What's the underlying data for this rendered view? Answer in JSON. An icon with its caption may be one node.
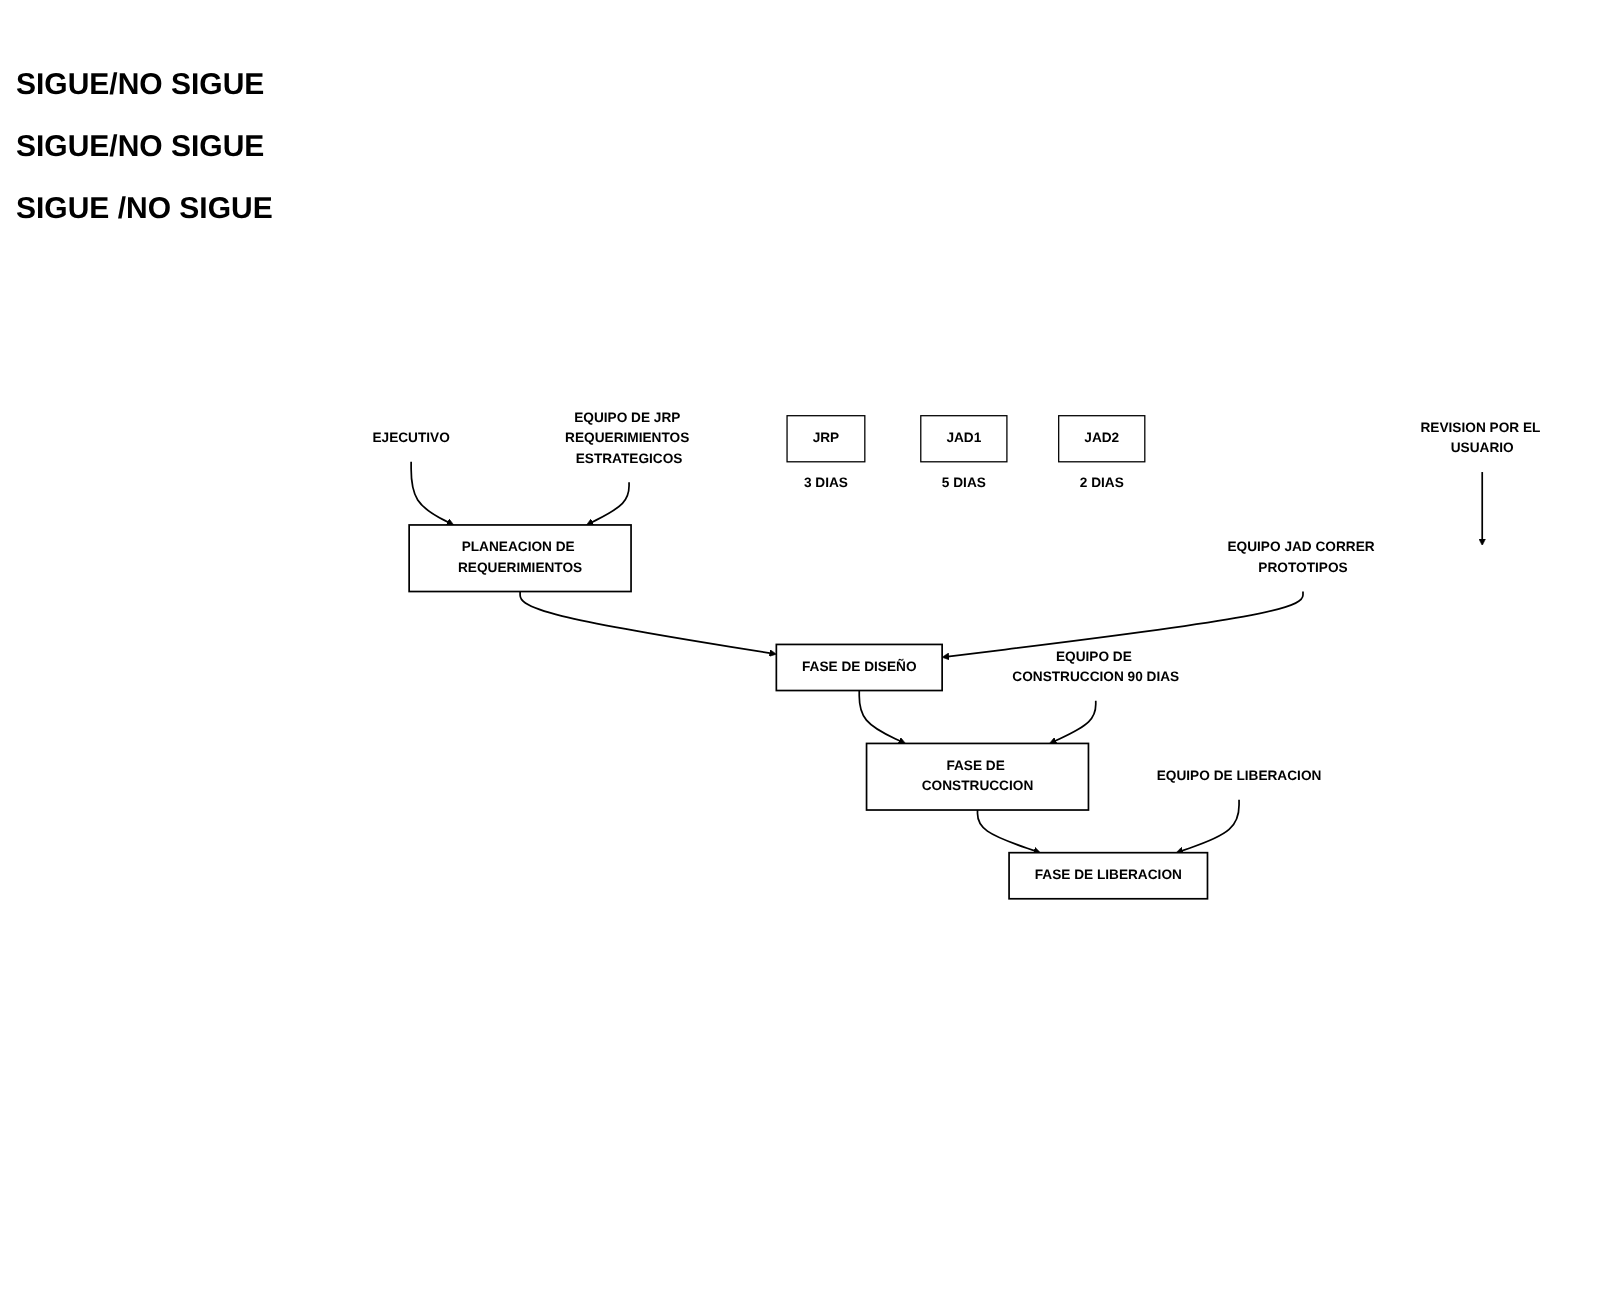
{
  "diagram": {
    "nodes": [
      {
        "text": [
          "PLANEACION DE REQUERIMIENTOS"
        ]
      },
      {
        "text": [
          "FASE DE DISEÑO"
        ]
      },
      {
        "text": [
          "FASE DE CONSTRUCCION"
        ]
      },
      {
        "text": [
          "FASE DE LIBERACION"
        ]
      },
      {
        "text": [
          "JRP"
        ],
        "beside": [
          "3 DIAS"
        ]
      },
      {
        "text": [
          "JAD1"
        ],
        "beside": [
          "5 DIAS"
        ]
      },
      {
        "text": [
          "JAD2"
        ],
        "beside": [
          "2 DIAS"
        ]
      },
      {
        "text": [
          "EJECUTIVO"
        ]
      },
      {
        "text": [
          "EQUIPO DE JRP REQUERIMIENTOS ESTRATEGICOS"
        ]
      },
      {
        "text": [
          "EQUIPO JAD CORRER PROTOTIPOS"
        ]
      },
      {
        "text": [
          "EQUIPO DE CONSTRUCCION 90 DIAS"
        ]
      },
      {
        "text": [
          "REVISION POR EL USUARIO"
        ]
      },
      {
        "text": [
          "EQUIPO DE LIBERACION"
        ]
      }
    ],
    "edges": [
      {
        "from": 0,
        "to": 1,
        "arrow": "to"
      },
      {
        "from": 1,
        "to": 2,
        "arrow": "to"
      },
      {
        "from": 2,
        "to": 3,
        "arrow": "to"
      },
      {
        "from": 7,
        "to": 0,
        "arrow": "to"
      },
      {
        "from": 8,
        "to": 0,
        "arrow": "to"
      },
      {
        "from": 9,
        "to": 1,
        "arrow": "to"
      },
      {
        "from": 10,
        "to": 2,
        "arrow": "to"
      },
      {
        "from": 11,
        "to": null,
        "arrow": "to"
      },
      {
        "from": 12,
        "to": 3,
        "arrow": "to"
      }
    ],
    "labels": [
      "SIGUE/NO SIGUE",
      "SIGUE/NO SIGUE",
      "SIGUE /NO SIGUE"
    ]
  }
}
